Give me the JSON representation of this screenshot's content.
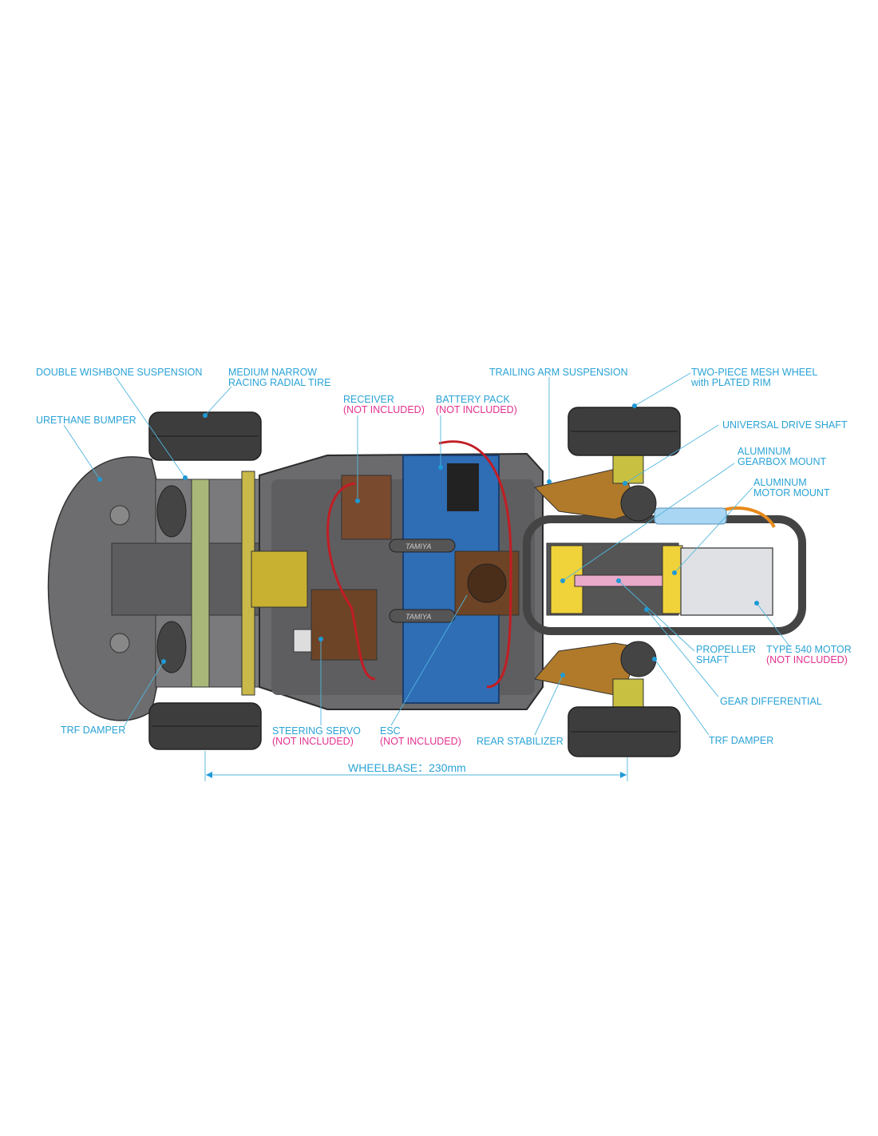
{
  "title": "Chassis layout diagram",
  "labels": {
    "double_wishbone": "DOUBLE WISHBONE SUSPENSION",
    "tire_1": "MEDIUM NARROW",
    "tire_2": "RACING RADIAL TIRE",
    "bumper": "URETHANE BUMPER",
    "receiver": "RECEIVER",
    "receiver_note": "(NOT INCLUDED)",
    "battery": "BATTERY PACK",
    "battery_note": "(NOT INCLUDED)",
    "trailing_arm": "TRAILING ARM SUSPENSION",
    "wheel_1": "TWO-PIECE MESH WHEEL",
    "wheel_2": "with PLATED RIM",
    "drive_shaft": "UNIVERSAL DRIVE SHAFT",
    "gearbox_mount_1": "ALUMINUM",
    "gearbox_mount_2": "GEARBOX MOUNT",
    "motor_mount_1": "ALUMINUM",
    "motor_mount_2": "MOTOR MOUNT",
    "propeller_1": "PROPELLER",
    "propeller_2": "SHAFT",
    "motor": "TYPE 540 MOTOR",
    "motor_note": "(NOT INCLUDED)",
    "gear_diff": "GEAR DIFFERENTIAL",
    "trf_damper_front": "TRF DAMPER",
    "trf_damper_rear": "TRF DAMPER",
    "steering_servo": "STEERING SERVO",
    "steering_servo_note": "(NOT INCLUDED)",
    "esc": "ESC",
    "esc_note": "(NOT INCLUDED)",
    "rear_stabilizer": "REAR STABILIZER",
    "wheelbase": "WHEELBASE：230mm"
  },
  "branding": "TAMIYA",
  "colors": {
    "label": "#2aa3d6",
    "note": "#e2318f",
    "battery": "#2f6db5",
    "arms": "#b07a2a"
  }
}
